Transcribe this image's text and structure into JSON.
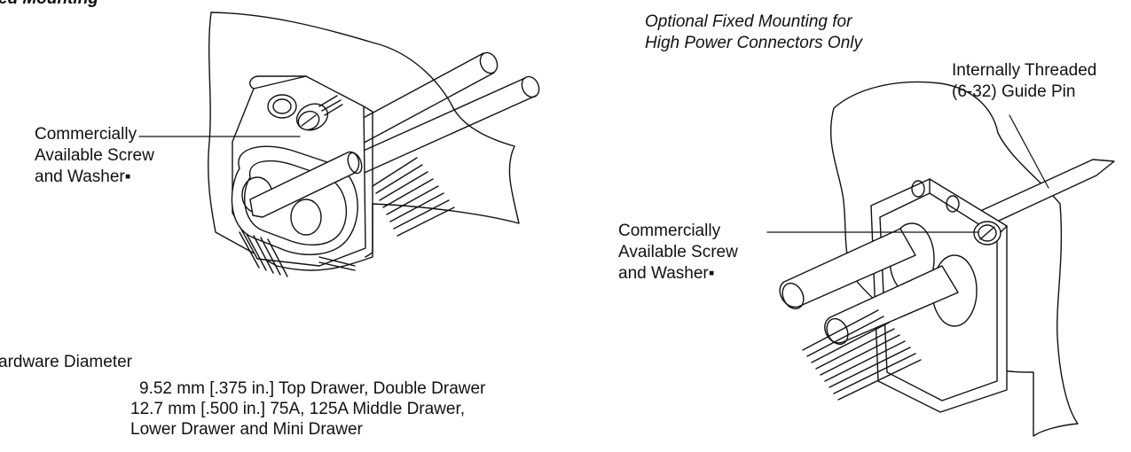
{
  "left_figure": {
    "title": "ed Mounting",
    "screw_callout": [
      "Commercially",
      "Available Screw",
      "and Washer▪"
    ]
  },
  "right_figure": {
    "title_lines": [
      "Optional Fixed Mounting for",
      "High Power Connectors Only"
    ],
    "guide_pin_callout": [
      "Internally Threaded",
      "(6-32) Guide Pin"
    ],
    "screw_callout": [
      "Commercially",
      "Available Screw",
      "and Washer▪"
    ]
  },
  "hardware_notes": {
    "heading": "ardware Diameter",
    "lines": [
      "9.52 mm [.375 in.] Top Drawer, Double Drawer",
      "12.7 mm [.500 in.] 75A, 125A Middle Drawer,",
      "Lower Drawer and Mini Drawer"
    ]
  }
}
